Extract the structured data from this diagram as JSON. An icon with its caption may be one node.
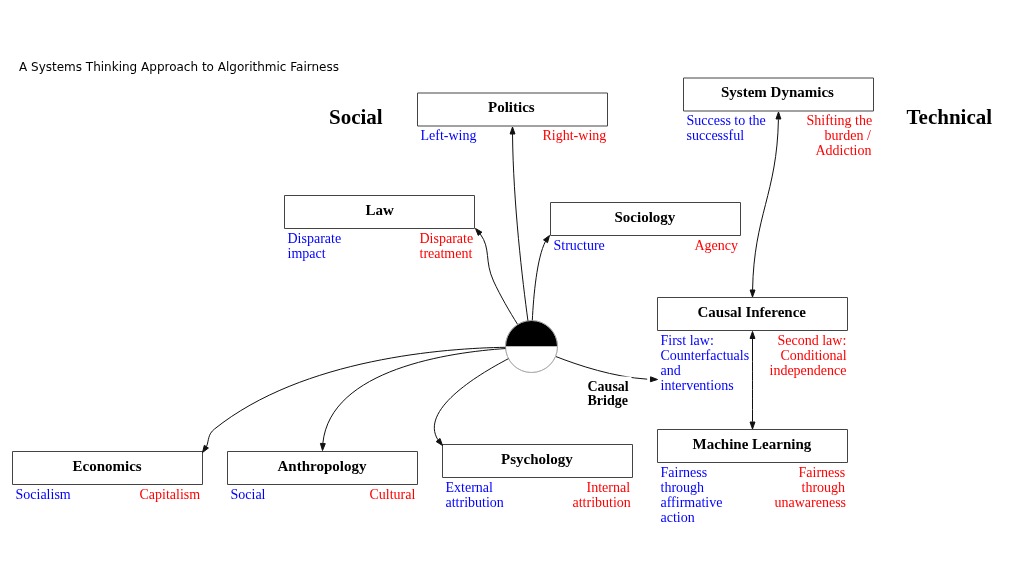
{
  "diagram": {
    "title": "A Systems Thinking Approach to Algorithmic Fairness",
    "nodes": [
      {
        "text": [
          "Politics"
        ],
        "beside": [
          "Left-wing",
          "Right-wing"
        ]
      },
      {
        "text": [
          "Law"
        ],
        "beside": [
          "Disparate impact",
          "Disparate treatment"
        ]
      },
      {
        "text": [
          "Sociology"
        ],
        "beside": [
          "Structure",
          "Agency"
        ]
      },
      {
        "text": [],
        "shape": "picture"
      },
      {
        "text": [
          "Economics"
        ],
        "beside": [
          "Socialism",
          "Capitalism"
        ]
      },
      {
        "text": [
          "Psychology"
        ],
        "beside": [
          "External attribution",
          "Internal attribution"
        ]
      },
      {
        "text": [
          "Anthropology"
        ],
        "beside": [
          "Social",
          "Cultural"
        ]
      },
      {
        "text": [
          "System Dynamics"
        ],
        "beside": [
          "Success to the successful",
          "Shifting the burden / Addiction"
        ]
      },
      {
        "text": [
          "Causal Inference"
        ],
        "beside": [
          "First law: Counterfactuals and interventions",
          "Second law: Conditional independence"
        ]
      },
      {
        "text": [
          "Machine Learning"
        ],
        "beside": [
          "Fairness through affirmative action",
          "Fairness through unawareness"
        ]
      }
    ],
    "edges": [
      {
        "from": 3,
        "to": 1,
        "arrow": "to"
      },
      {
        "from": 3,
        "to": 0,
        "arrow": "to"
      },
      {
        "from": 3,
        "to": 2,
        "arrow": "to"
      },
      {
        "from": 3,
        "to": 4,
        "arrow": "to"
      },
      {
        "from": 3,
        "to": 6,
        "arrow": "to"
      },
      {
        "from": 3,
        "to": 5,
        "arrow": "to"
      },
      {
        "from": 3,
        "to": 8,
        "arrow": "to",
        "label": "Causal Bridge"
      },
      {
        "from": 8,
        "to": 7,
        "arrow": "both"
      },
      {
        "from": 9,
        "to": 8,
        "arrow": "both"
      }
    ],
    "labels": [
      "Social",
      "Technical"
    ]
  }
}
